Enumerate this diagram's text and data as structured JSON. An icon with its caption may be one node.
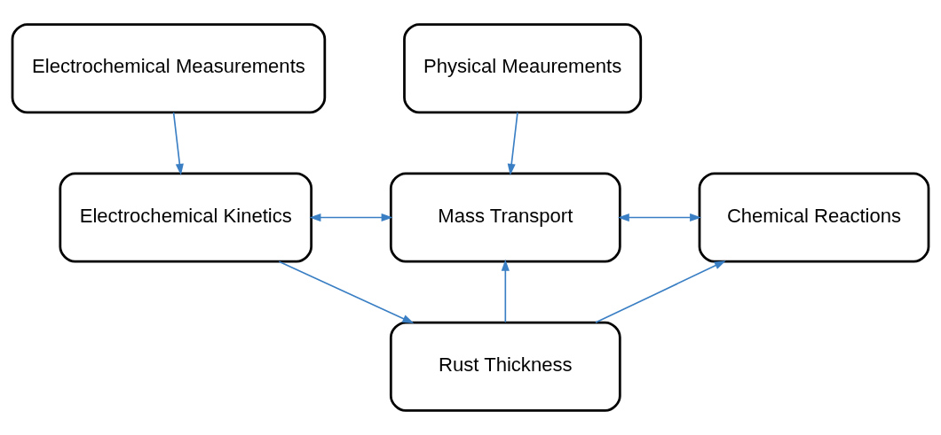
{
  "diagram": {
    "nodes": [
      {
        "text": [
          "Electrochemical Measurements"
        ]
      },
      {
        "text": [
          "Physical Meaurements"
        ]
      },
      {
        "text": [
          "Electrochemical Kinetics"
        ]
      },
      {
        "text": [
          "Mass Transport"
        ]
      },
      {
        "text": [
          "Chemical Reactions"
        ]
      },
      {
        "text": [
          "Rust Thickness"
        ]
      }
    ],
    "edges": [
      {
        "from": 0,
        "to": 2,
        "arrow": "to"
      },
      {
        "from": 1,
        "to": 3,
        "arrow": "to"
      },
      {
        "from": 2,
        "to": 3,
        "arrow": "both"
      },
      {
        "from": 3,
        "to": 4,
        "arrow": "both"
      },
      {
        "from": 2,
        "to": 5,
        "arrow": "to"
      },
      {
        "from": 5,
        "to": 3,
        "arrow": "to"
      },
      {
        "from": 5,
        "to": 4,
        "arrow": "to"
      }
    ]
  }
}
